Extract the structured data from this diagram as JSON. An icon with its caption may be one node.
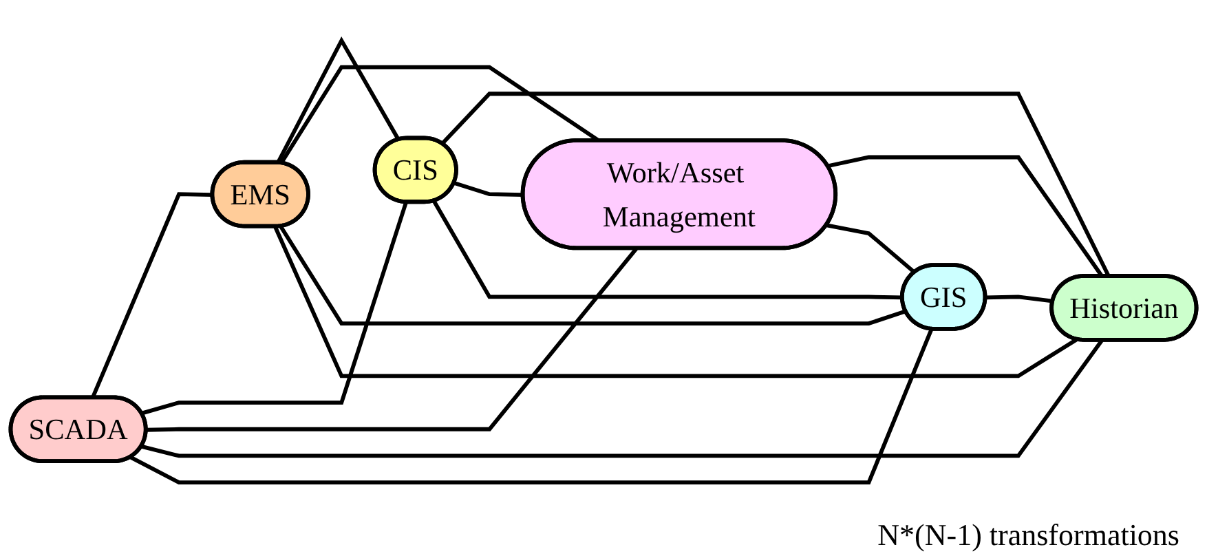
{
  "diagram": {
    "nodes": [
      {
        "text": [
          "EMS"
        ]
      },
      {
        "text": [
          "SCADA"
        ]
      },
      {
        "text": [
          "CIS"
        ]
      },
      {
        "text": [
          "Work/Asset Management"
        ]
      },
      {
        "text": [
          "Historian"
        ]
      },
      {
        "text": [
          "GIS"
        ]
      }
    ],
    "edges": [
      {
        "from": 1,
        "to": 0,
        "arrow": "none"
      },
      {
        "from": 0,
        "to": 2,
        "arrow": "none"
      },
      {
        "from": 1,
        "to": 2,
        "arrow": "none"
      },
      {
        "from": 1,
        "to": 3,
        "arrow": "none"
      },
      {
        "from": 2,
        "to": 4,
        "arrow": "none"
      },
      {
        "from": 1,
        "to": 4,
        "arrow": "none"
      },
      {
        "from": 1,
        "to": 5,
        "arrow": "none"
      },
      {
        "from": 0,
        "to": 3,
        "arrow": "none"
      },
      {
        "from": 0,
        "to": 5,
        "arrow": "none"
      },
      {
        "from": 0,
        "to": 4,
        "arrow": "none"
      },
      {
        "from": 2,
        "to": 3,
        "arrow": "none"
      },
      {
        "from": 2,
        "to": 5,
        "arrow": "none"
      },
      {
        "from": 3,
        "to": 4,
        "arrow": "none"
      },
      {
        "from": 3,
        "to": 5,
        "arrow": "none"
      },
      {
        "from": 5,
        "to": 4,
        "arrow": "none"
      }
    ],
    "labels": [
      "N*(N-1) transformations"
    ]
  }
}
